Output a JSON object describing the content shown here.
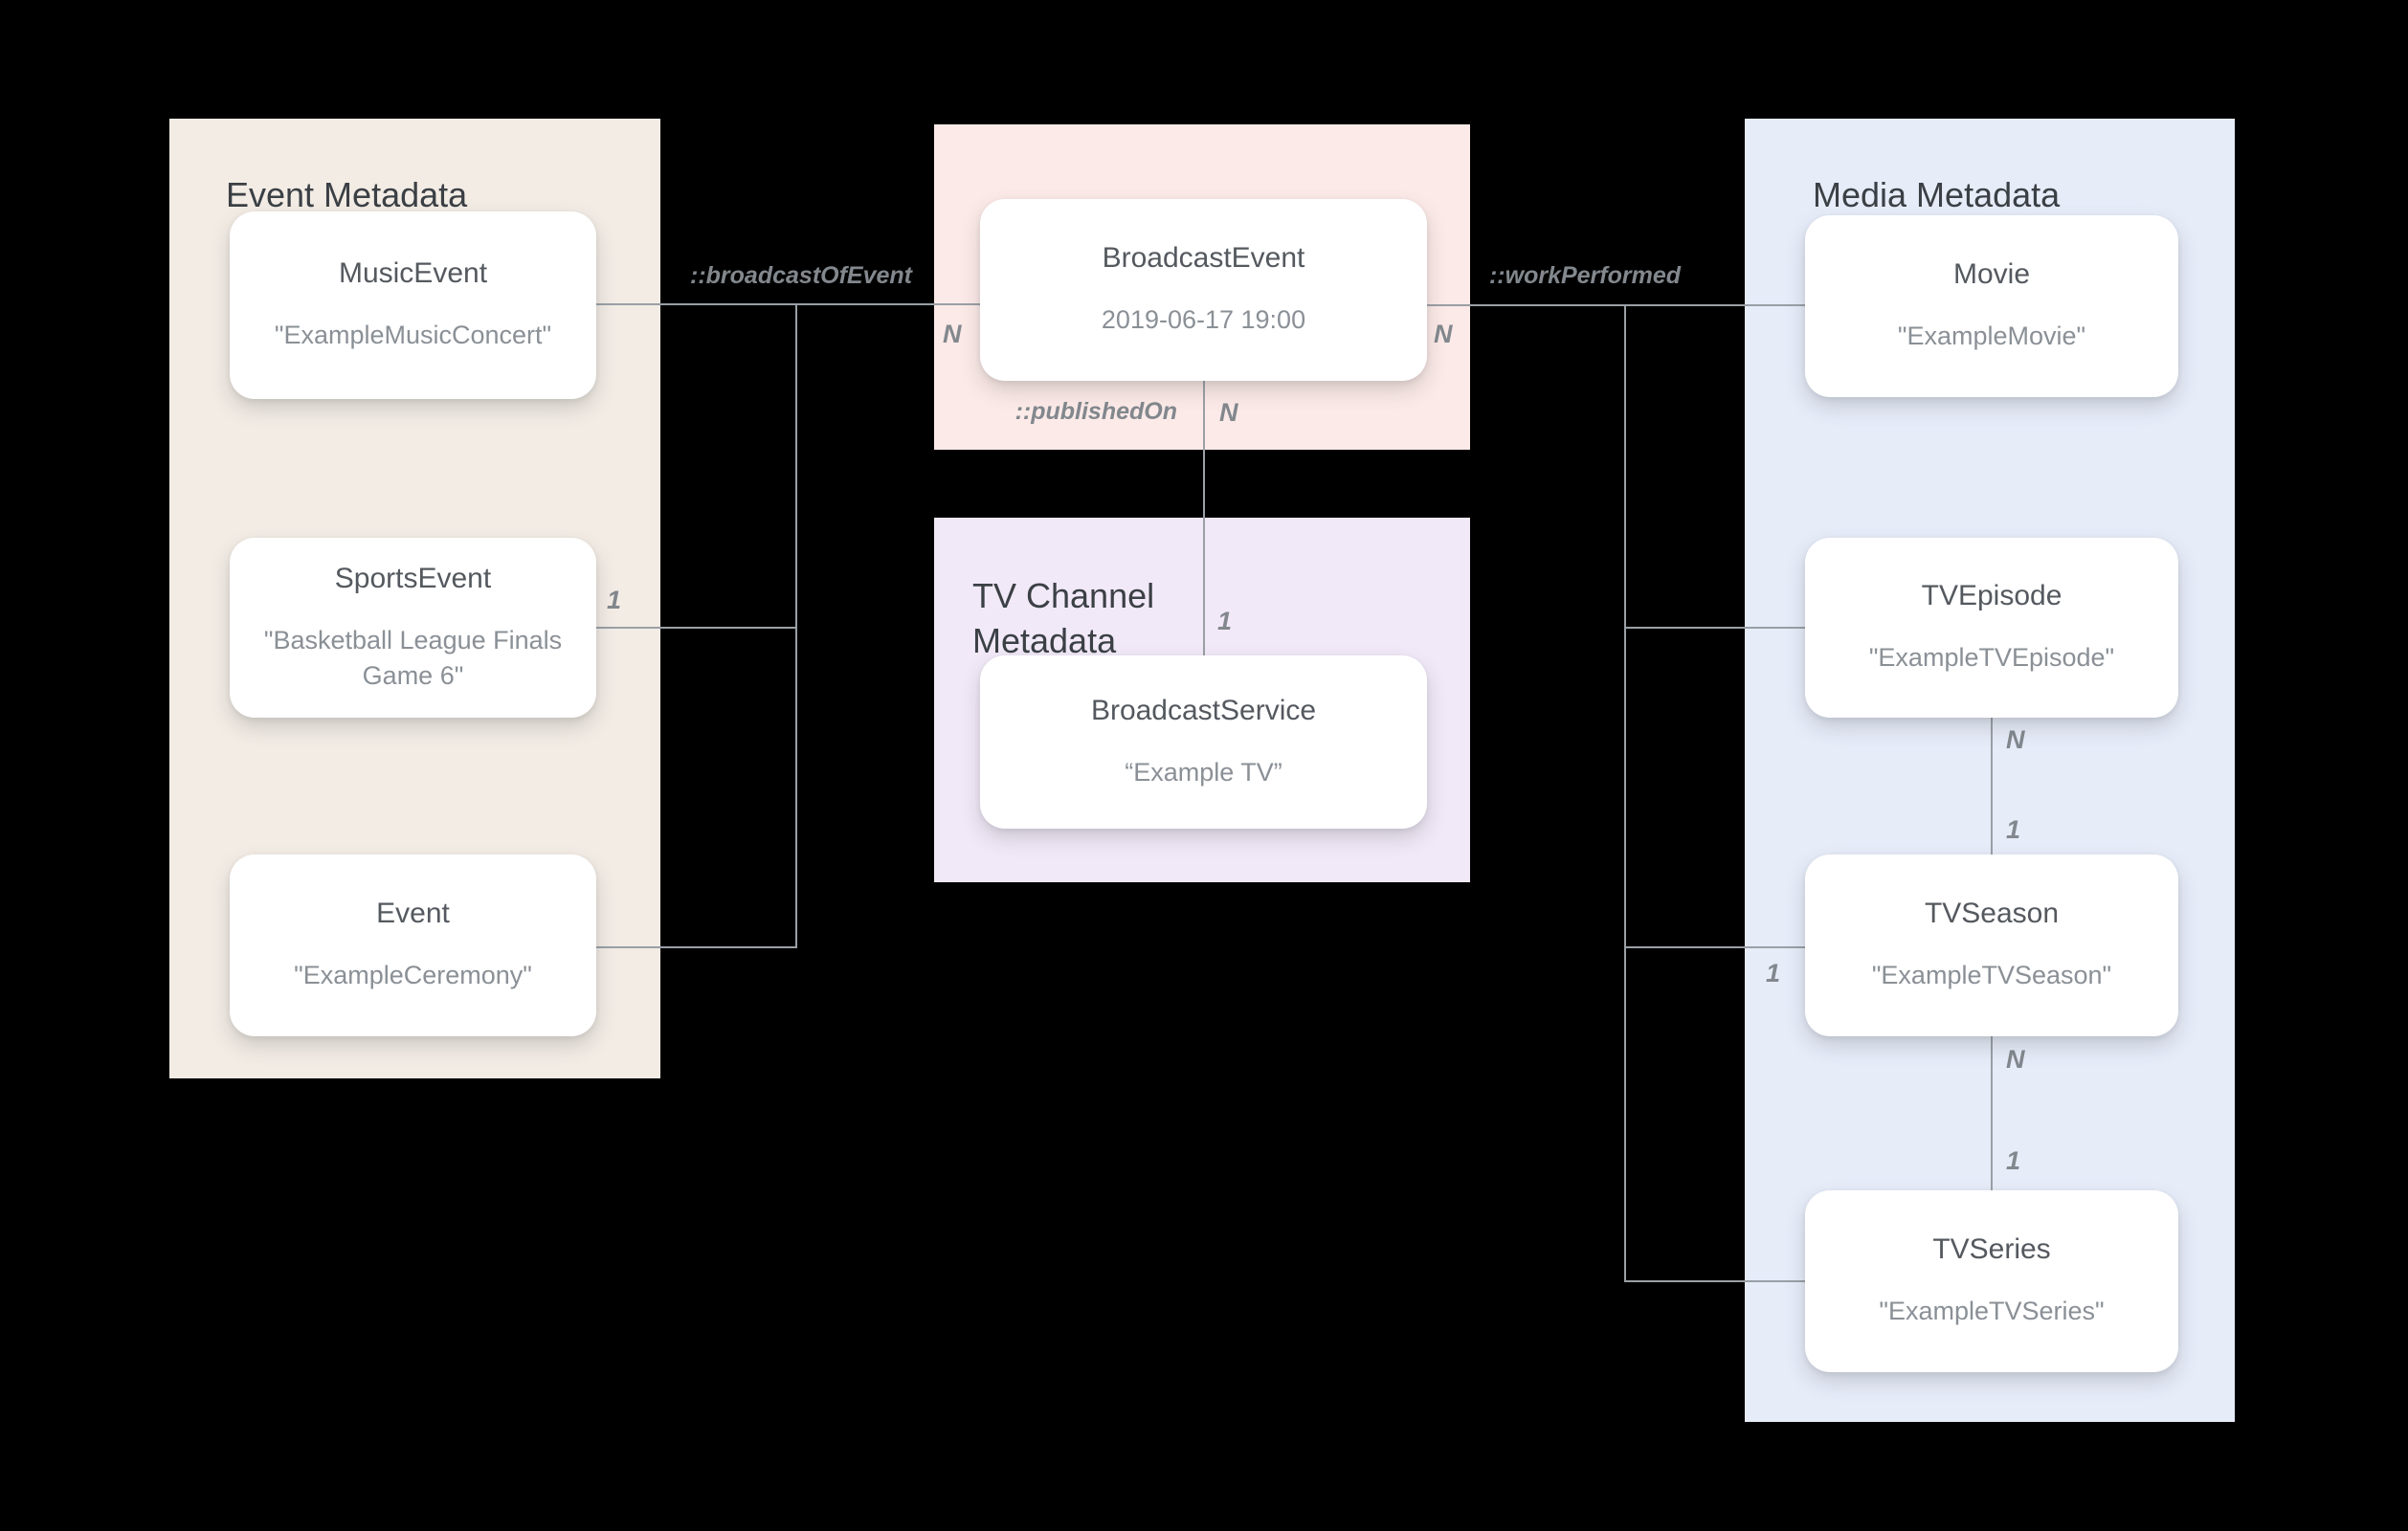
{
  "diagram": {
    "groups": {
      "event": {
        "title": "Event Metadata"
      },
      "tv_channel": {
        "title": "TV Channel Metadata"
      },
      "media": {
        "title": "Media Metadata"
      }
    },
    "nodes": {
      "music_event": {
        "title": "MusicEvent",
        "value": "\"ExampleMusicConcert\""
      },
      "sports_event": {
        "title": "SportsEvent",
        "value": "\"Basketball League Finals Game 6\""
      },
      "event": {
        "title": "Event",
        "value": "\"ExampleCeremony\""
      },
      "broadcast_event": {
        "title": "BroadcastEvent",
        "value": "2019-06-17 19:00"
      },
      "broadcast_service": {
        "title": "BroadcastService",
        "value": "“Example TV”"
      },
      "movie": {
        "title": "Movie",
        "value": "\"ExampleMovie\""
      },
      "tv_episode": {
        "title": "TVEpisode",
        "value": "\"ExampleTVEpisode\""
      },
      "tv_season": {
        "title": "TVSeason",
        "value": "\"ExampleTVSeason\""
      },
      "tv_series": {
        "title": "TVSeries",
        "value": "\"ExampleTVSeries\""
      }
    },
    "edge_labels": {
      "broadcast_of_event": "::broadcastOfEvent",
      "published_on": "::publishedOn",
      "work_performed": "::workPerformed"
    },
    "cardinalities": {
      "broadcast_of_event_n": "N",
      "sports_event_1": "1",
      "published_on_n": "N",
      "published_on_1": "1",
      "work_performed_n": "N",
      "episode_season_n": "N",
      "episode_season_1": "1",
      "season_left_1": "1",
      "season_series_n": "N",
      "season_series_1": "1"
    },
    "colors": {
      "background": "#000000",
      "event_group": "#f3ece5",
      "broadcast_group": "#fceae8",
      "tv_channel_group": "#f2e9f8",
      "media_group": "#e7ecf9",
      "card": "#ffffff",
      "connector_line": "#9aa0a6",
      "edge_label": "#82888d",
      "group_title": "#3b4045",
      "node_title": "#54595f",
      "node_value": "#8a9096"
    }
  }
}
